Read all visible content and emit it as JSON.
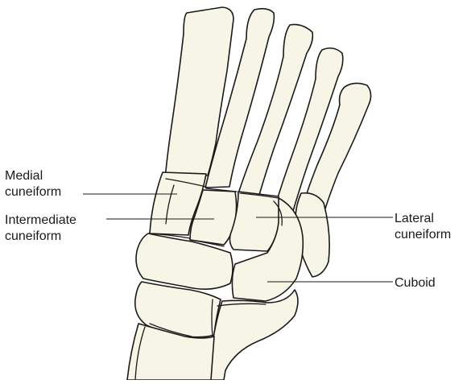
{
  "labels": {
    "medial_cuneiform": {
      "line1": "Medial",
      "line2": "cuneiform"
    },
    "intermediate_cuneiform": {
      "line1": "Intermediate",
      "line2": "cuneiform"
    },
    "lateral_cuneiform": {
      "line1": "Lateral",
      "line2": "cuneiform"
    },
    "cuboid": {
      "line1": "Cuboid"
    }
  }
}
